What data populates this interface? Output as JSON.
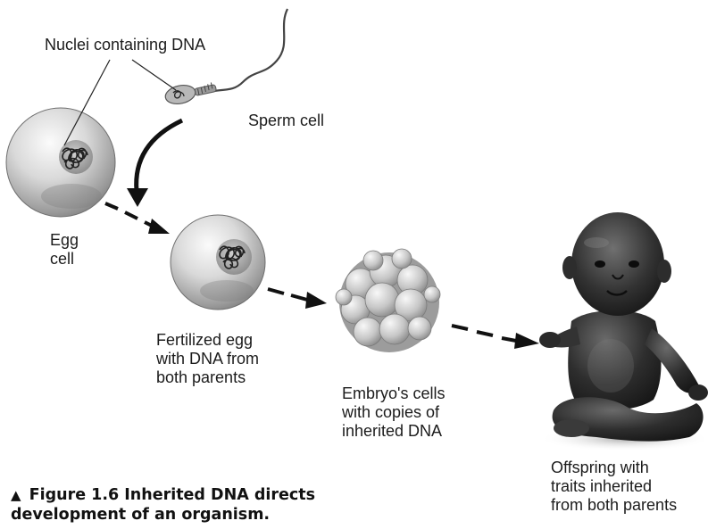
{
  "labels": {
    "nuclei": "Nuclei containing DNA",
    "sperm": "Sperm cell",
    "egg": "Egg\ncell",
    "fertilized": "Fertilized egg\nwith DNA from\nboth parents",
    "embryo": "Embryo's cells\nwith copies of\ninherited DNA",
    "offspring": "Offspring with\ntraits inherited\nfrom both parents"
  },
  "caption": {
    "marker": "▲",
    "figure": "Figure 1.6",
    "text": "Inherited DNA directs",
    "text_line2": "development of an organism."
  },
  "colors": {
    "ink": "#1a1a1a",
    "cell_light": "#f2f2f2",
    "cell_dark": "#8f8f8f",
    "skin_light": "#7a7a7a",
    "skin_dark": "#1e1e1e"
  }
}
